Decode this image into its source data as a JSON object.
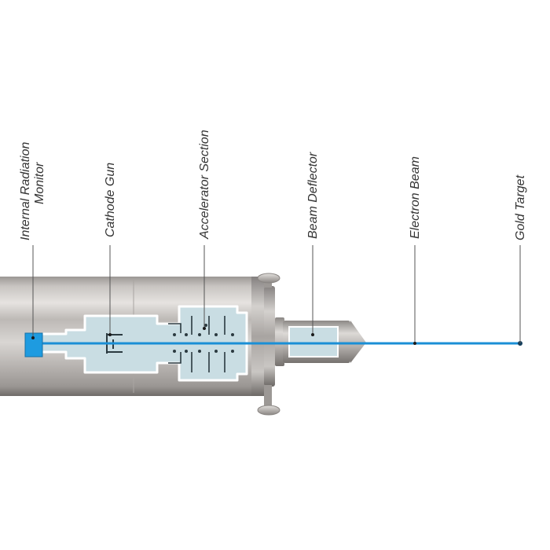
{
  "labels": {
    "internal_radiation_monitor": {
      "line1": "Internal Radiation",
      "line2": "Monitor"
    },
    "cathode_gun": "Cathode Gun",
    "accelerator_section": "Accelerator Section",
    "beam_deflector": "Beam Deflector",
    "electron_beam": "Electron Beam",
    "gold_target": "Gold Target"
  },
  "colors": {
    "beam": "#1a8fd6",
    "monitor": "#1e9be0",
    "housing_light": "#d8d5d2",
    "housing_dark": "#8e8a86",
    "cutaway": "#c9dde3",
    "cutaway_outline": "#ffffff",
    "leader_line": "#555555"
  }
}
